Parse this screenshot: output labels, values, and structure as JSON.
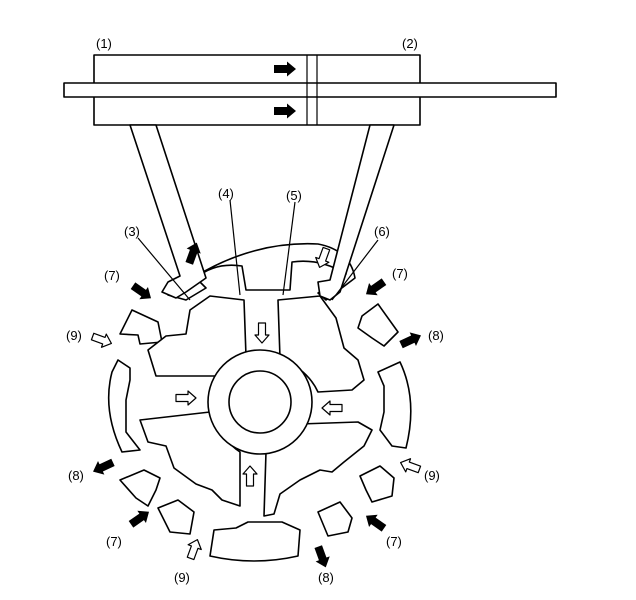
{
  "labels": {
    "cylinder_left": "(1)",
    "cylinder_right": "(2)",
    "port_3": "(3)",
    "port_4": "(4)",
    "port_5": "(5)",
    "port_6": "(6)",
    "label_7": "(7)",
    "label_8": "(8)",
    "label_9": "(9)"
  },
  "colors": {
    "stroke": "#000000",
    "fill": "#ffffff",
    "arrow_fill": "#000000"
  }
}
